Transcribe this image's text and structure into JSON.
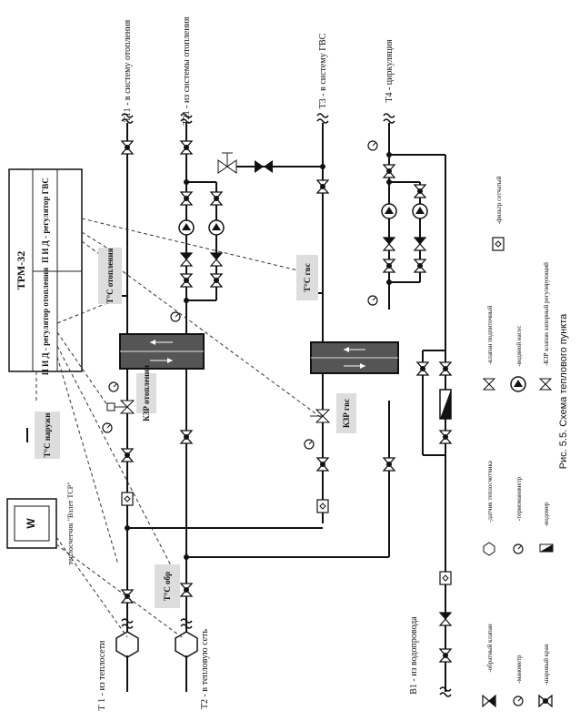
{
  "caption": "Рис. 5.5. Схема теплового пункта",
  "controller": {
    "model": "ТРМ-32",
    "left_regulator": "П И Д - регулятор отопления",
    "right_regulator": "П И Д - регулятор ГВС"
  },
  "heat_meter": {
    "box_letter": "W",
    "label": "теплосчетчик \"Взлет ТСР\""
  },
  "pipes": {
    "t1": "Т 1 - из теплосети",
    "t2": "Т2 - в тепловую сеть",
    "t11": "Т11 - в систему отопления",
    "t21": "Т21 - из системы отопления",
    "t3": "Т3 - в систему ГВС",
    "t4": "Т4 - циркуляция",
    "b1": "В1 - из водопровода"
  },
  "sensors": {
    "t_outdoor": "T°C наружн",
    "t_heating": "T°C отопления",
    "t_return": "T°C обр",
    "t_dhw": "T°C гвс"
  },
  "valves": {
    "kzr_heating": "КЗР отопления",
    "kzr_dhw": "КЗР гвс"
  },
  "legend": [
    {
      "icon": "check-valve-icon",
      "label": "-обратный клапан"
    },
    {
      "icon": "manometer-icon",
      "label": "-манометр"
    },
    {
      "icon": "ball-valve-icon",
      "label": "-шаровый кран"
    },
    {
      "icon": "sensor-icon",
      "label": "-датчик теплосчетчика"
    },
    {
      "icon": "thermometer-icon",
      "label": "-термоманометр"
    },
    {
      "icon": "water-meter-icon",
      "label": "-водомер"
    },
    {
      "icon": "feed-valve-icon",
      "label": "-клапан подпиточный"
    },
    {
      "icon": "pump-icon",
      "label": "-водяной насос"
    },
    {
      "icon": "control-valve-icon",
      "label": "-КЗР клапан запорный регулирующий"
    },
    {
      "icon": "strainer-icon",
      "label": "-фильтр сетчатый"
    }
  ]
}
